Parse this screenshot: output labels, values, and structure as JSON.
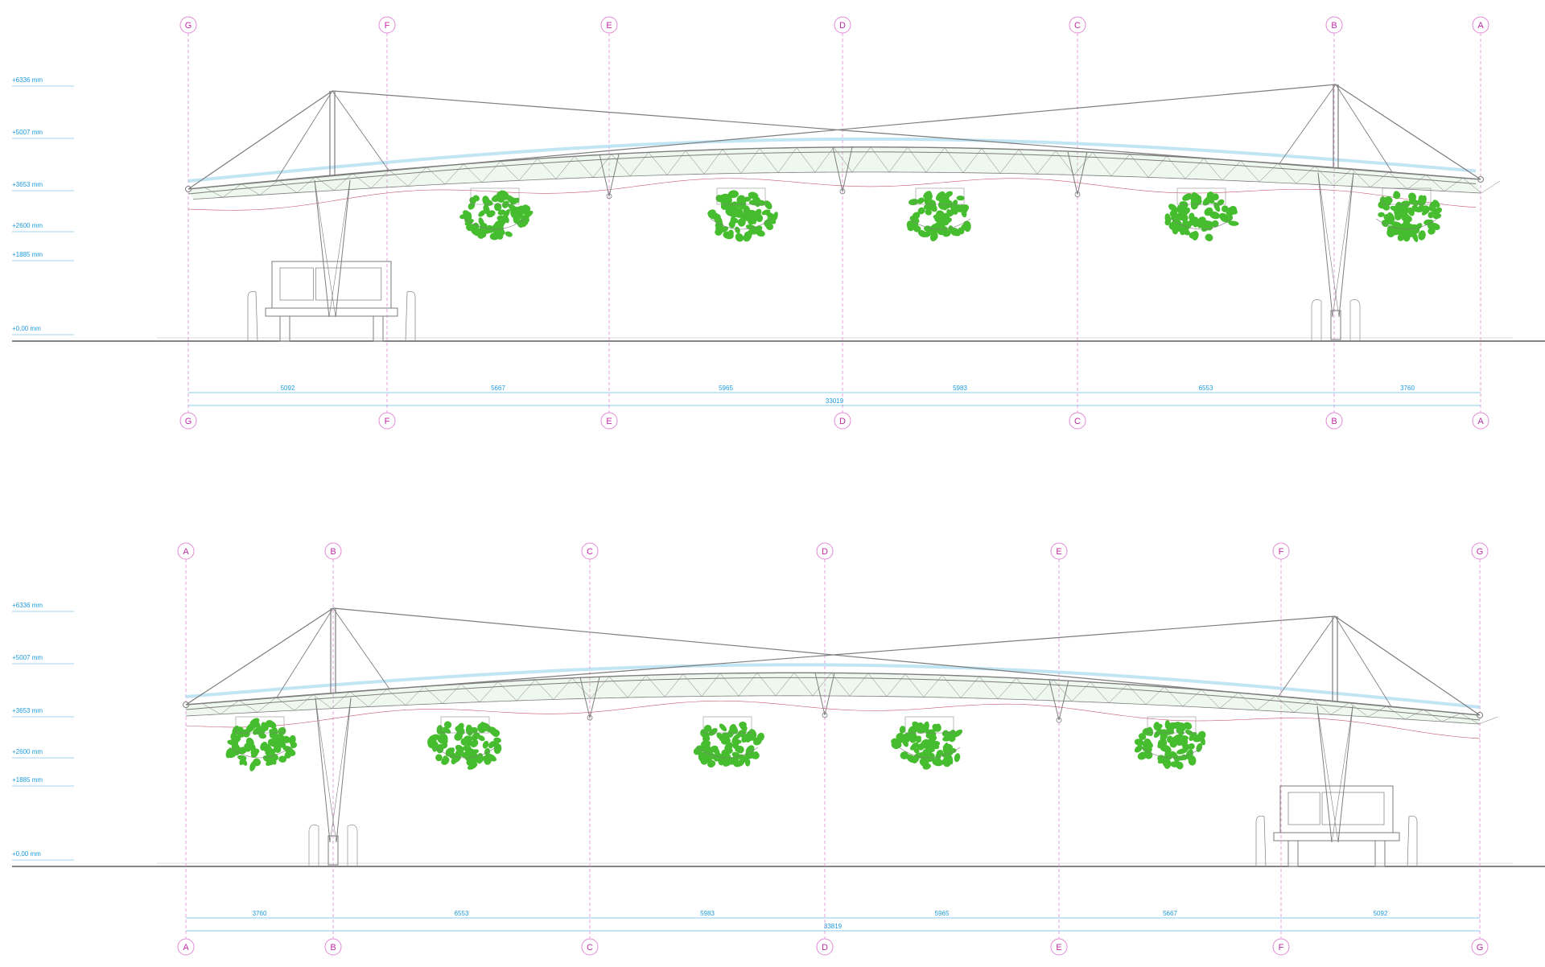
{
  "colors": {
    "axis": "#c02aa8",
    "axis_line": "#e28ad6",
    "dimension": "#1c9be0",
    "structure": "#7d7d7d",
    "cable": "#c8576b",
    "membrane": "#9fd6a3",
    "panel": "#9ad4ec",
    "plants": "#46bd2f",
    "ground": "#3c3c3c"
  },
  "elevations": [
    {
      "id": "top",
      "axes": [
        "G",
        "F",
        "E",
        "D",
        "C",
        "B",
        "A"
      ],
      "levels": [
        "+6336 mm",
        "+5007 mm",
        "+3653 mm",
        "+2600 mm",
        "+1885 mm",
        "+0,00 mm"
      ],
      "spans": [
        "5092",
        "5667",
        "5965",
        "5983",
        "6553",
        "3760"
      ],
      "total": "33019"
    },
    {
      "id": "bottom",
      "axes": [
        "A",
        "B",
        "C",
        "D",
        "E",
        "F",
        "G"
      ],
      "levels": [
        "+6336 mm",
        "+5007 mm",
        "+3653 mm",
        "+2600 mm",
        "+1885 mm",
        "+0,00 mm"
      ],
      "spans": [
        "3760",
        "6553",
        "5983",
        "5965",
        "5667",
        "5092"
      ],
      "total": "33819"
    }
  ]
}
